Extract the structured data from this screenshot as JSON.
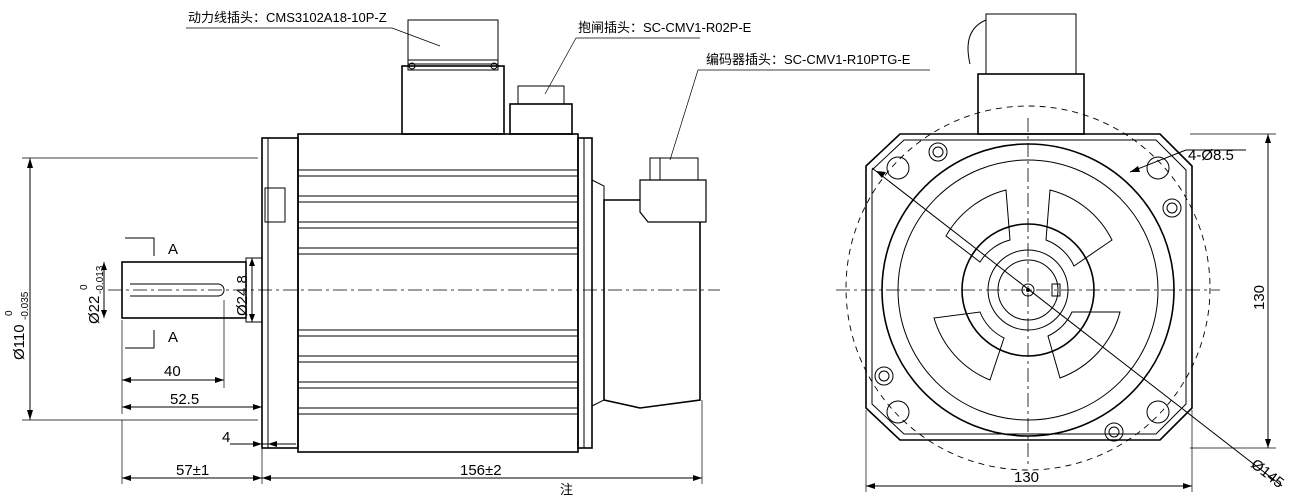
{
  "callouts": {
    "power_connector": "动力线插头：CMS3102A18-10P-Z",
    "brake_connector": "抱闸插头：SC-CMV1-R02P-E",
    "encoder_connector": "编码器插头：SC-CMV1-R10PTG-E"
  },
  "section": {
    "marker": "A"
  },
  "dimensions": {
    "flange_spigot_main": "Ø110",
    "flange_spigot_upper": "0",
    "flange_spigot_lower": "-0.035",
    "shaft_main": "Ø22",
    "shaft_upper": "0",
    "shaft_lower": "-0.013",
    "shoulder_dia": "Ø24.8",
    "keyway_length": "40",
    "shaft_length": "52.5",
    "spigot_depth": "4",
    "shaft_extension": "57±1",
    "body_length": "156±2",
    "mounting_holes": "4-Ø8.5",
    "flange_height": "130",
    "flange_width": "130",
    "bolt_circle": "Ø145"
  },
  "footnote": "注"
}
